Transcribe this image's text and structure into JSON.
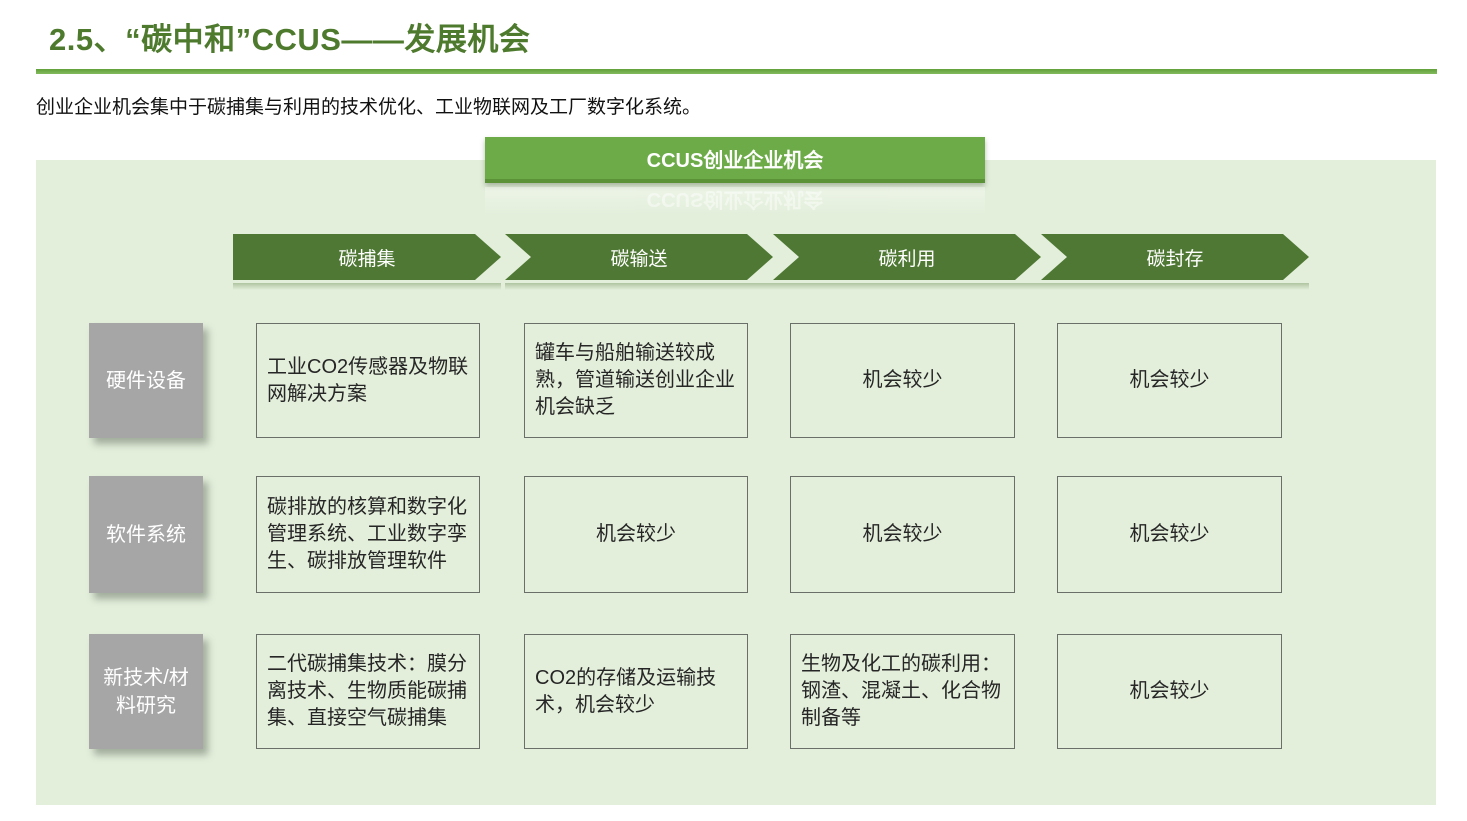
{
  "page": {
    "title": "2.5、“碳中和”CCUS——发展机会",
    "subtitle": "创业企业机会集中于碳捕集与利用的技术优化、工业物联网及工厂数字化系统。"
  },
  "panel": {
    "badge": "CCUS创业企业机会",
    "stages": [
      {
        "label": "碳捕集"
      },
      {
        "label": "碳输送"
      },
      {
        "label": "碳利用"
      },
      {
        "label": "碳封存"
      }
    ],
    "rows": [
      {
        "label": "硬件设备",
        "cells": [
          "工业CO2传感器及物联网解决方案",
          "罐车与船舶输送较成熟，管道输送创业企业机会缺乏",
          "机会较少",
          "机会较少"
        ]
      },
      {
        "label": "软件系统",
        "cells": [
          "碳排放的核算和数字化管理系统、工业数字孪生、碳排放管理软件",
          "机会较少",
          "机会较少",
          "机会较少"
        ]
      },
      {
        "label": "新技术/材料研究",
        "cells": [
          "二代碳捕集技术：膜分离技术、生物质能碳捕集、直接空气碳捕集",
          "CO2的存储及运输技术，机会较少",
          "生物及化工的碳利用：钢渣、混凝土、化合物制备等",
          "机会较少"
        ]
      }
    ]
  },
  "colors": {
    "title_green": "#4d7a2d",
    "rule_green": "#70ad47",
    "badge_green": "#6cab47",
    "arrow_green": "#4e7833",
    "panel_bg": "#e3efdb",
    "label_gray": "#a6a6a6",
    "cell_border": "#6b6f6a"
  }
}
